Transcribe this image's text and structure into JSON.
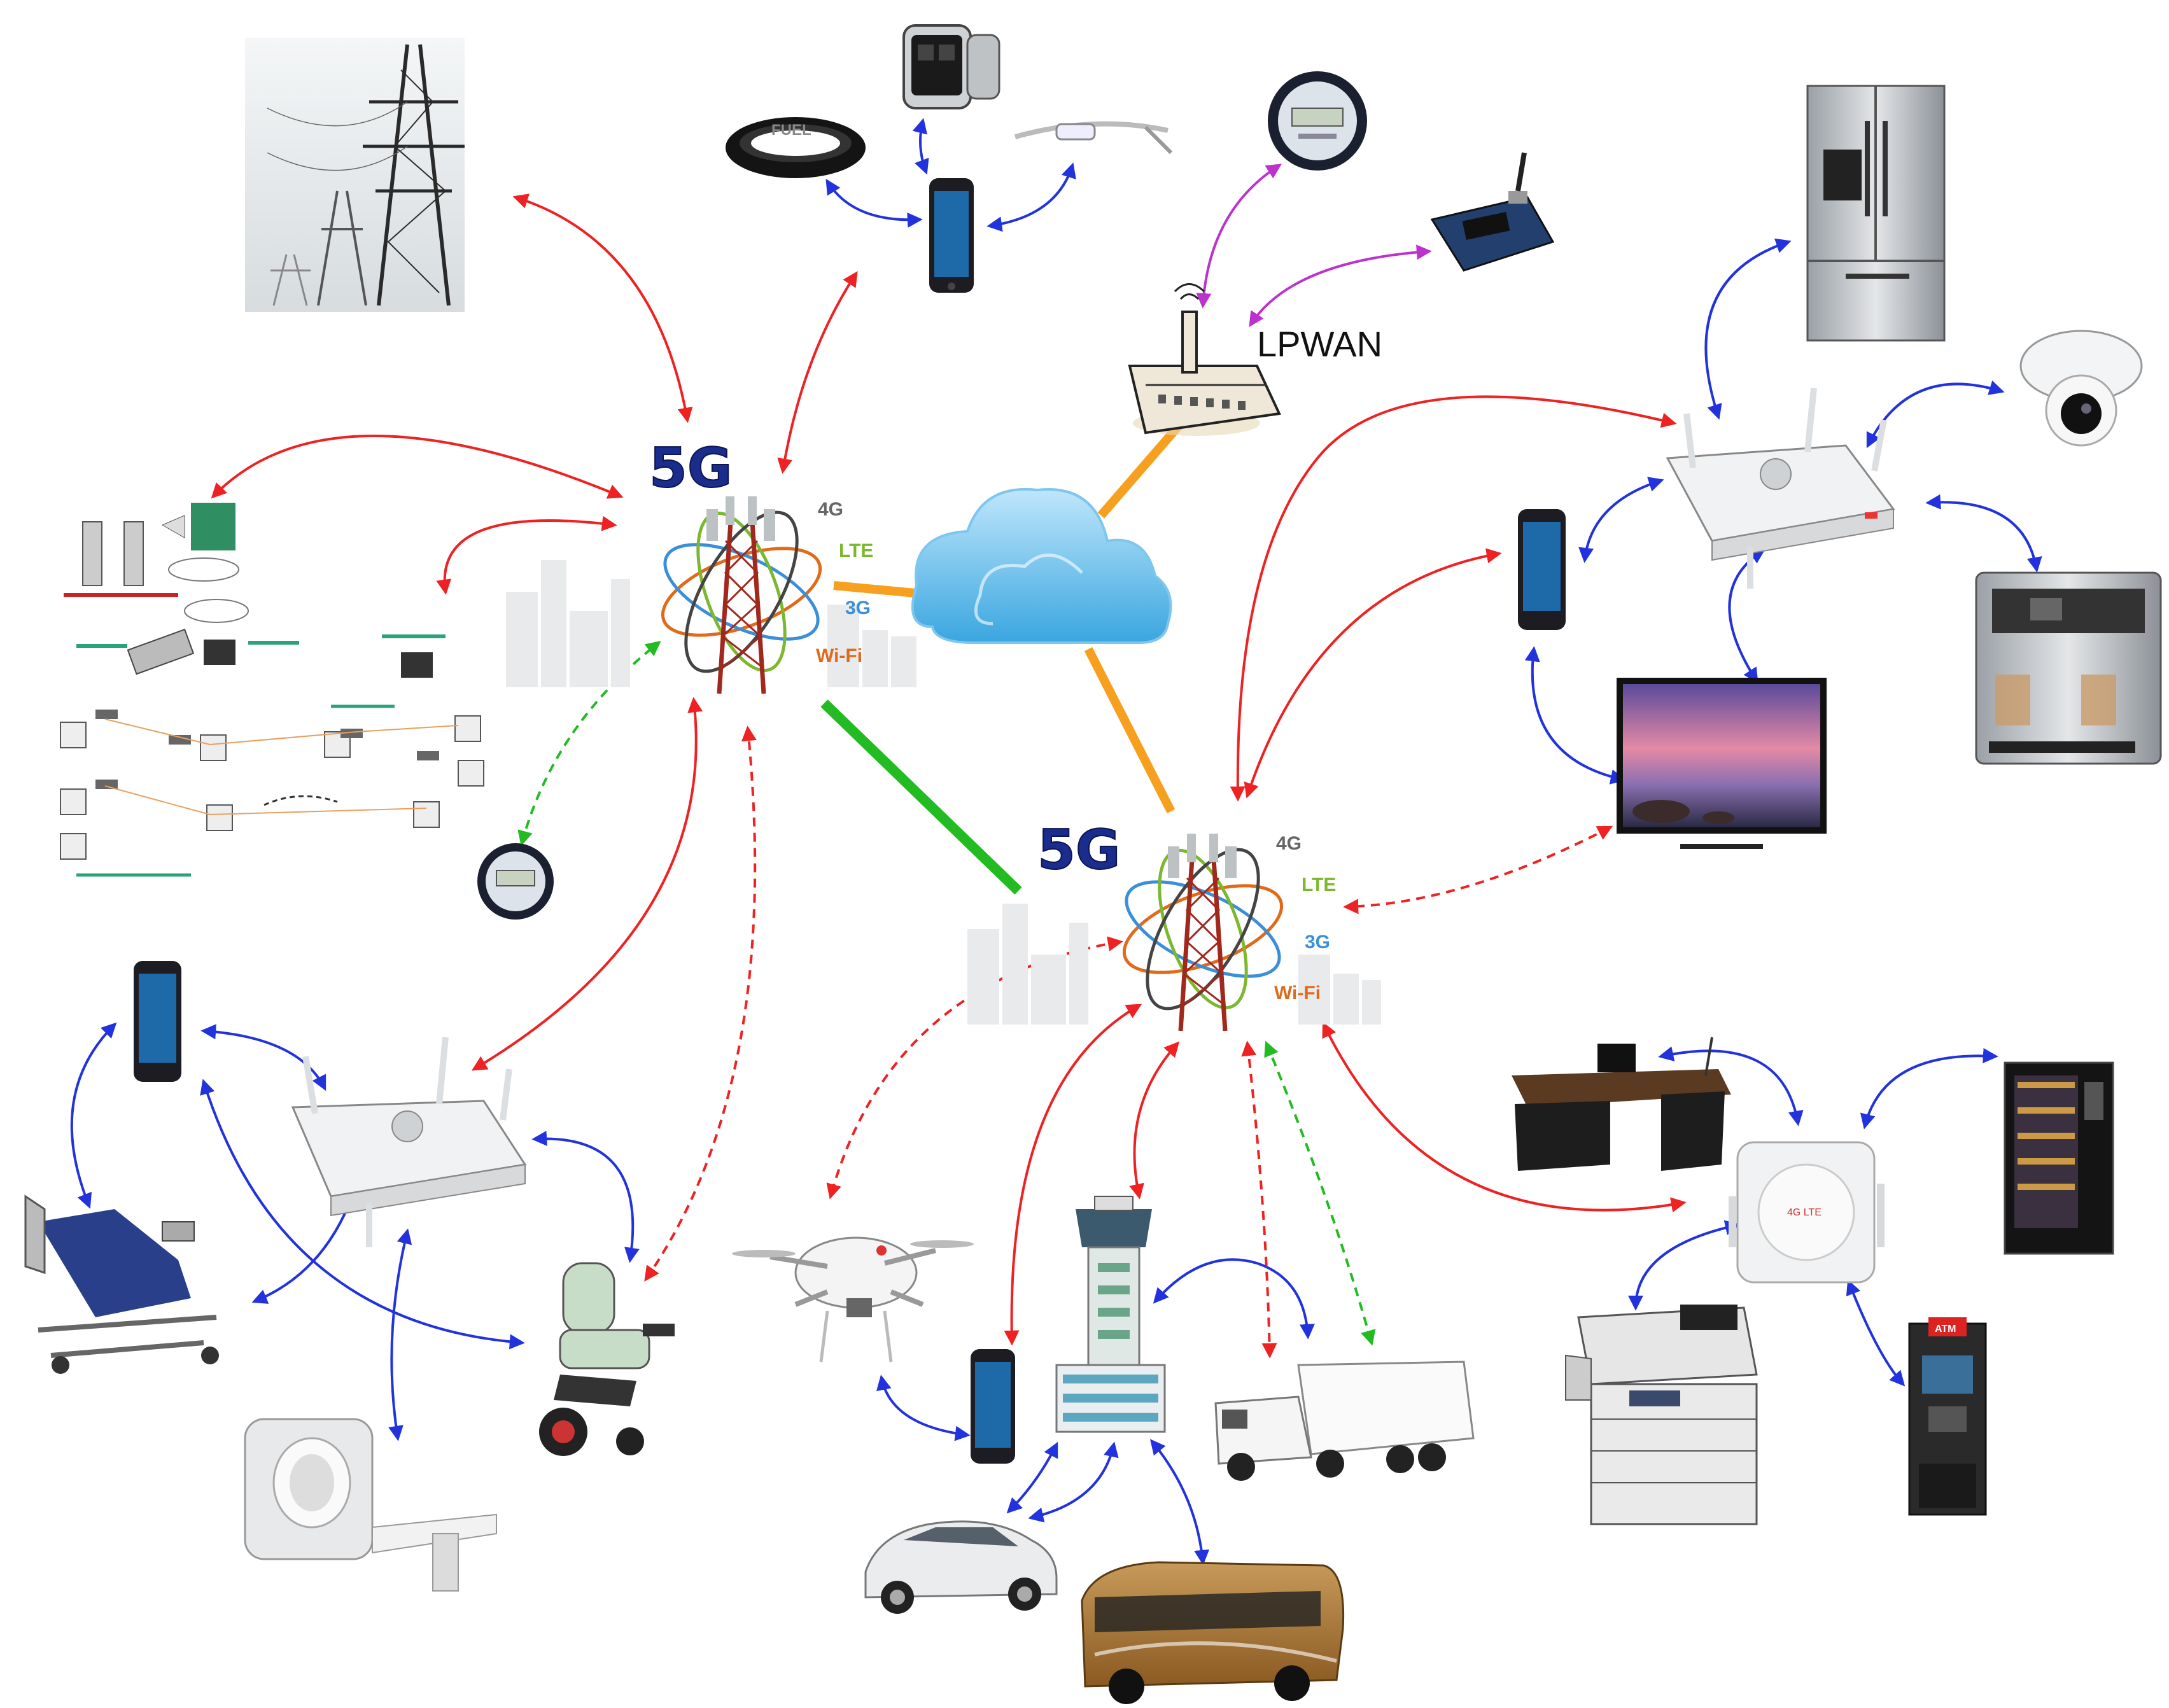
{
  "towers": {
    "left": {
      "label": "5G",
      "tech": [
        "4G",
        "LTE",
        "3G",
        "Wi-Fi"
      ]
    },
    "right": {
      "label": "5G",
      "tech": [
        "4G",
        "LTE",
        "3G",
        "Wi-Fi"
      ]
    }
  },
  "lpwan": {
    "label": "LPWAN"
  },
  "colors": {
    "red_link": "#ee2222",
    "blue_link": "#2233dd",
    "green_link": "#22bb22",
    "magenta_link": "#bb33cc",
    "orange_backhaul": "#f7a020",
    "green_backhaul": "#22bb22",
    "tech_4g": "#666666",
    "tech_lte": "#7cb82f",
    "tech_3g": "#3a8fd8",
    "tech_wifi": "#e06a1a"
  },
  "devices": {
    "fuel_band_text": "FUEL",
    "atm_text": "ATM",
    "hub_text": "4G LTE"
  }
}
